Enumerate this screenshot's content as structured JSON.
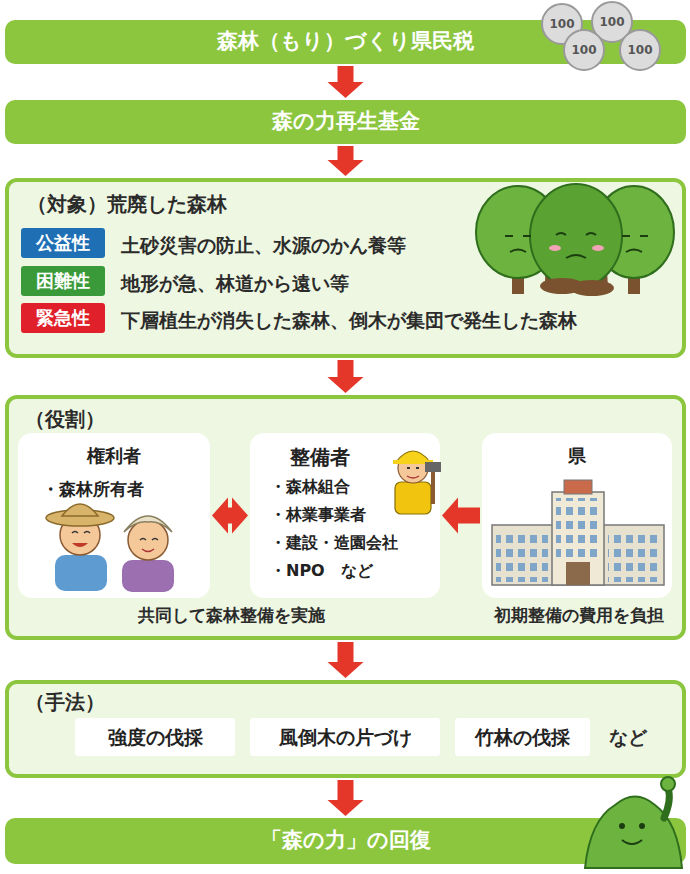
{
  "diagram": {
    "nodes": [
      {
        "text": [
          "森林（もり）づくり県民税"
        ]
      },
      {
        "text": [
          "森の力再生基金"
        ]
      },
      {
        "text": [
          "（対象）荒廃した森林",
          "土砂災害の防止、水源のかん養等",
          "地形が急、林道から遠い等",
          "下層植生が消失した森林、倒木が集団で発生した森林"
        ]
      },
      {
        "text": [
          "公益性"
        ],
        "in": 2
      },
      {
        "text": [
          "困難性"
        ],
        "in": 2
      },
      {
        "text": [
          "緊急性"
        ],
        "in": 2
      },
      {
        "text": [
          "（役割）",
          "共同して森林整備を実施",
          "初期整備の費用を負担"
        ]
      },
      {
        "text": [
          "権利者",
          "・森林所有者"
        ],
        "in": 6
      },
      {
        "text": [
          "整備者",
          "・森林組合",
          "・林業事業者",
          "・建設・造園会社",
          "・NPO　など"
        ],
        "in": 6
      },
      {
        "text": [
          "県"
        ],
        "in": 6
      },
      {
        "text": [
          "（手法）",
          "など"
        ]
      },
      {
        "text": [
          "強度の伐採"
        ],
        "in": 10
      },
      {
        "text": [
          "風倒木の片づけ"
        ],
        "in": 10
      },
      {
        "text": [
          "竹林の伐採"
        ],
        "in": 10
      },
      {
        "text": [
          "「森の力」の回復"
        ]
      }
    ],
    "edges": [
      {
        "from": 0,
        "to": 1,
        "arrow": "to"
      },
      {
        "from": 1,
        "to": 2,
        "arrow": "to"
      },
      {
        "from": 2,
        "to": 6,
        "arrow": "to"
      },
      {
        "from": 8,
        "to": 7,
        "arrow": "both"
      },
      {
        "from": 9,
        "to": 8,
        "arrow": "to"
      },
      {
        "from": 6,
        "to": 10,
        "arrow": "to"
      },
      {
        "from": 10,
        "to": 14,
        "arrow": "to"
      }
    ],
    "labels": [
      "100",
      "100",
      "100",
      "100"
    ]
  }
}
